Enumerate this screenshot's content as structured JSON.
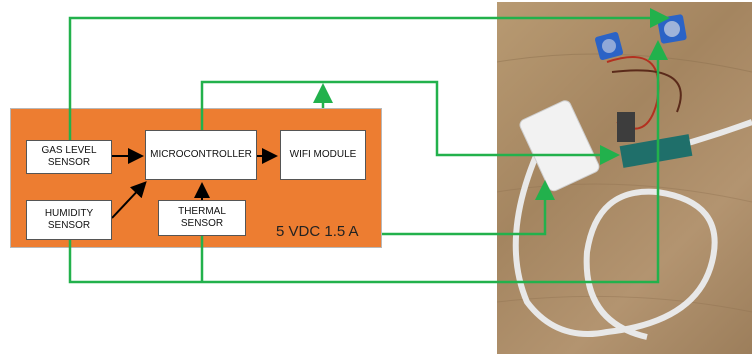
{
  "blocks": {
    "gas_sensor": "GAS LEVEL\nSENSOR",
    "microcontroller": "MICROCONTROLLER",
    "wifi_module": "WIFI MODULE",
    "humidity_sensor": "HUMIDITY\nSENSOR",
    "thermal_sensor": "THERMAL\nSENSOR"
  },
  "power_label": "5 VDC 1.5 A",
  "colors": {
    "panel": "#ed7d31",
    "wire": "#22b14c",
    "arrow": "#000000"
  }
}
